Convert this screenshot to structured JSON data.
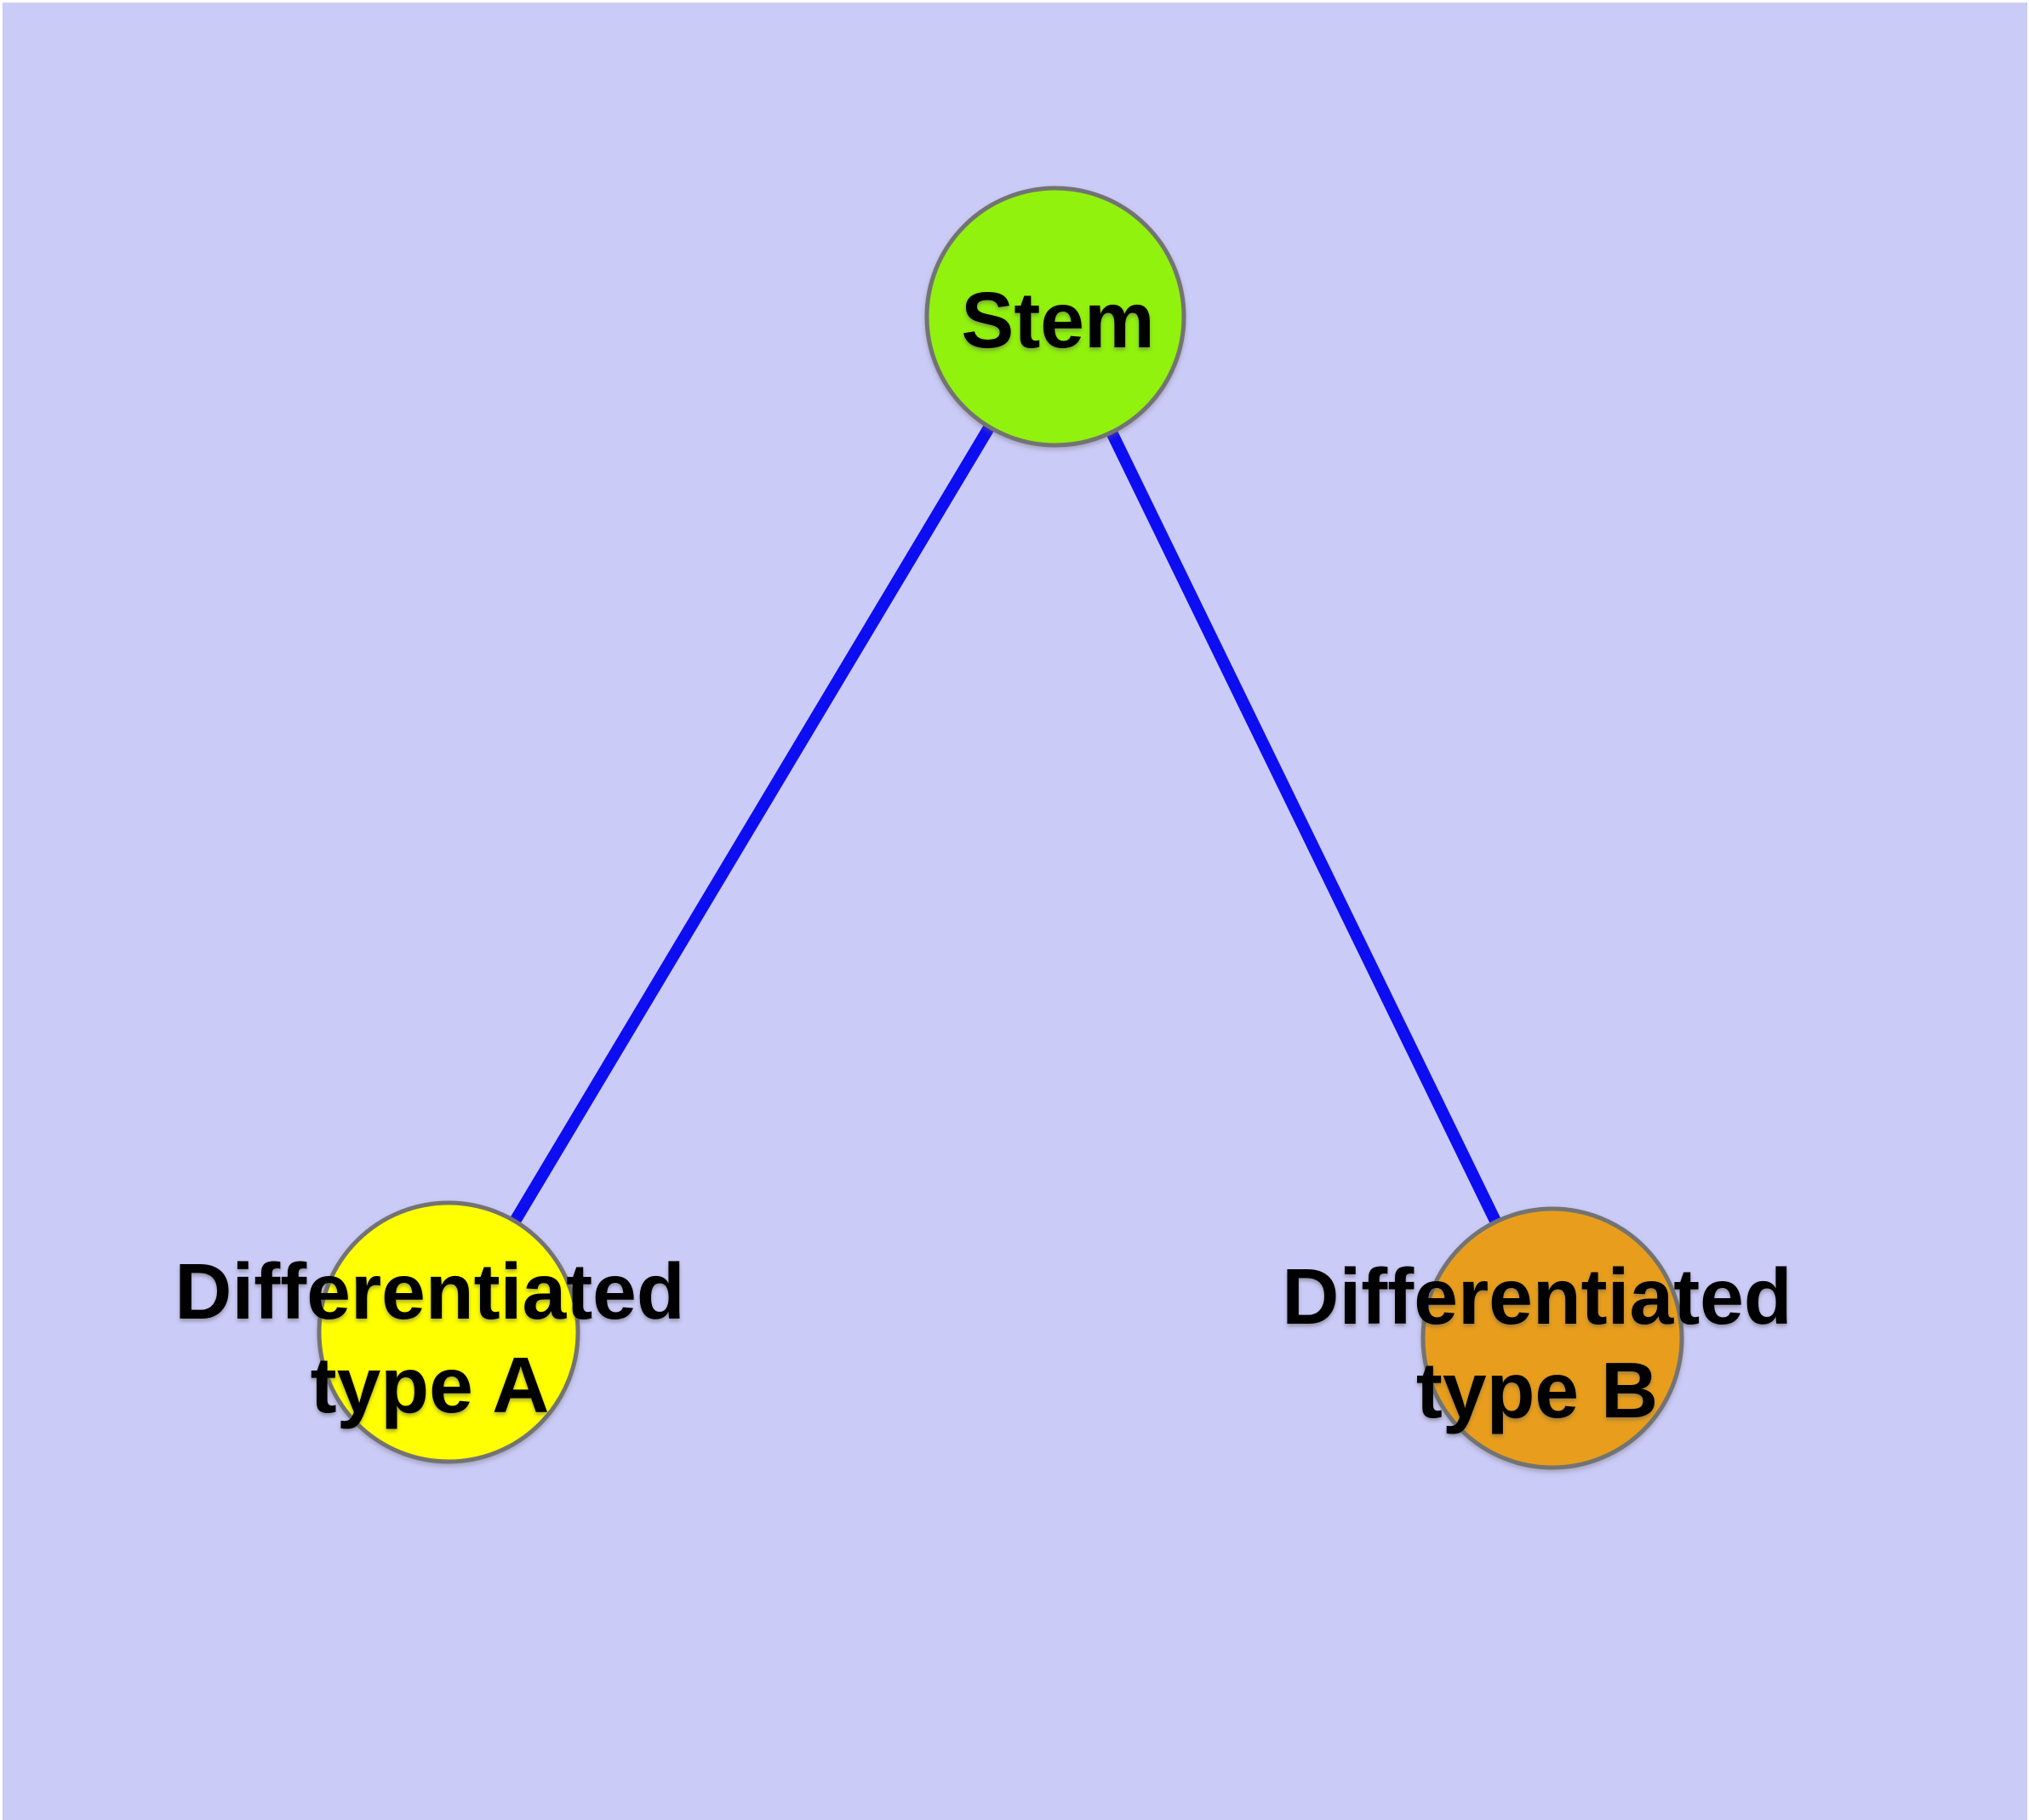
{
  "canvas": {
    "background_color": "#cbcbf8",
    "frame_color": "#ffffff"
  },
  "diagram": {
    "type": "node-link-graph",
    "description": "Stem cell differentiation hierarchy: one stem node with two differentiated child nodes"
  },
  "nodes": {
    "stem": {
      "label": "Stem",
      "fill_color": "#91f20a",
      "border_color": "#737373",
      "text_color": "#000000"
    },
    "type_a": {
      "label": "Differentiated\ntype A",
      "fill_color": "#ffff00",
      "border_color": "#737373",
      "text_color": "#000000"
    },
    "type_b": {
      "label": "Differentiated\ntype B",
      "fill_color": "#e89e1c",
      "border_color": "#737373",
      "text_color": "#000000"
    }
  },
  "edges": {
    "color": "#0d0df2",
    "items": [
      {
        "from": "Stem",
        "to": "Differentiated type A"
      },
      {
        "from": "Stem",
        "to": "Differentiated type B"
      }
    ]
  }
}
